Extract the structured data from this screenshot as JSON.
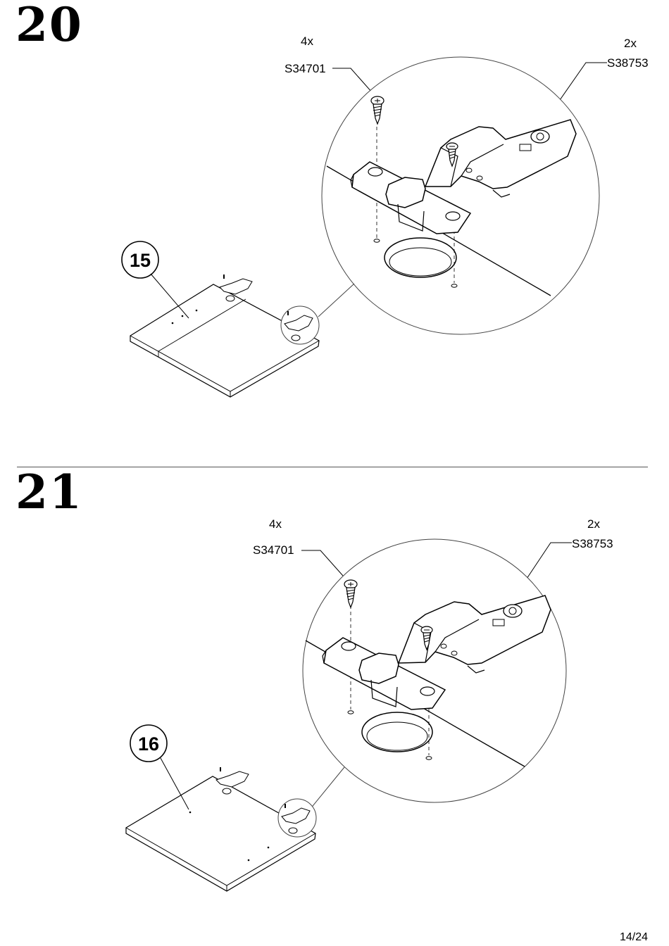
{
  "steps": [
    {
      "number": "20",
      "panel_label": "15",
      "parts": [
        {
          "quantity": "4x",
          "code": "S34701"
        },
        {
          "quantity": "2x",
          "code": "S38753"
        }
      ]
    },
    {
      "number": "21",
      "panel_label": "16",
      "parts": [
        {
          "quantity": "4x",
          "code": "S34701"
        },
        {
          "quantity": "2x",
          "code": "S38753"
        }
      ]
    }
  ],
  "page": {
    "number": "14/24"
  }
}
